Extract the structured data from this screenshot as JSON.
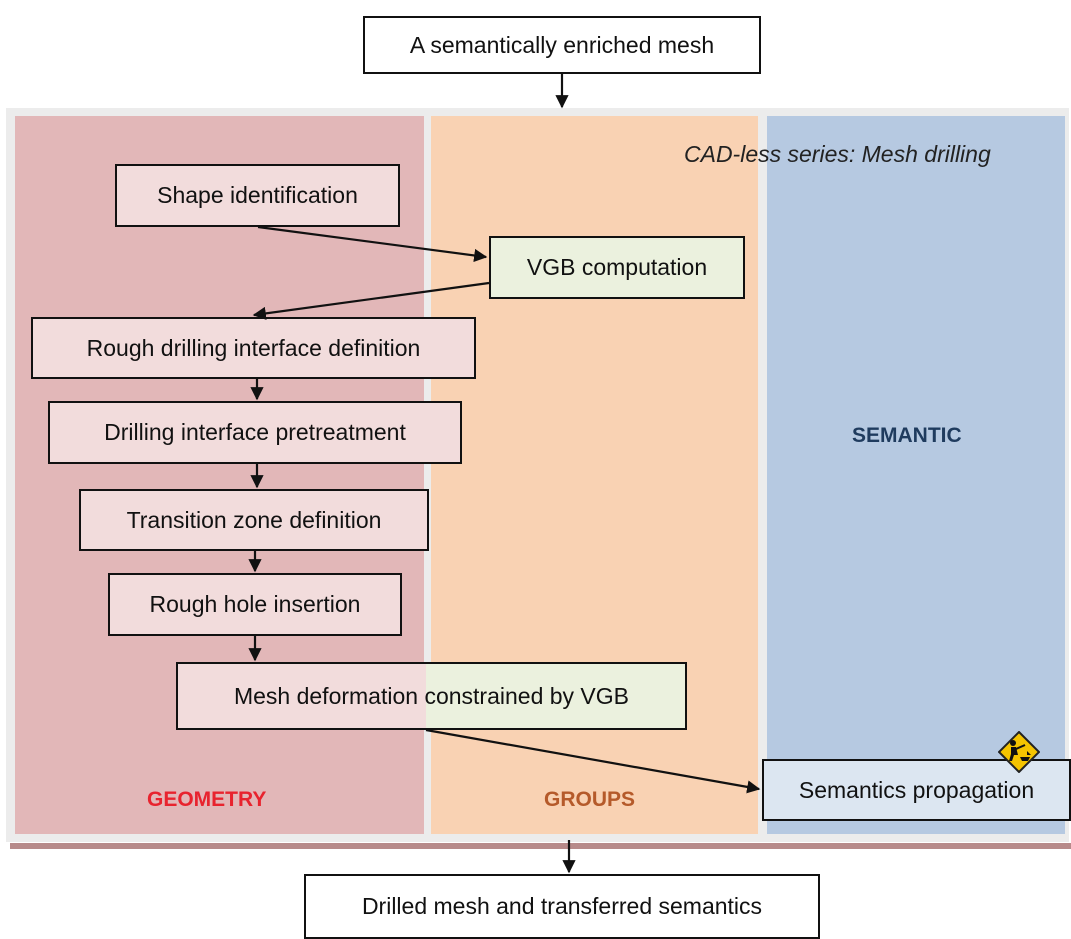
{
  "top_box": "A semantically enriched mesh",
  "bottom_box": "Drilled mesh and transferred semantics",
  "series_title": "CAD-less series: Mesh drilling",
  "lanes": {
    "geometry": "GEOMETRY",
    "groups": "GROUPS",
    "semantic": "SEMANTIC"
  },
  "steps": {
    "shape_identification": "Shape identification",
    "vgb_computation": "VGB computation",
    "rough_interface": "Rough drilling interface definition",
    "pretreatment": "Drilling interface pretreatment",
    "transition_zone": "Transition zone definition",
    "rough_hole": "Rough hole insertion",
    "mesh_deformation": "Mesh deformation constrained by VGB",
    "semantics_propagation": "Semantics propagation"
  },
  "icons": {
    "work_in_progress": "construction-sign-icon"
  },
  "colors": {
    "geometry_lane": "#e2b7b8",
    "groups_lane": "#f9d2b3",
    "semantic_lane": "#b6c9e1",
    "geometry_label": "#e8232e",
    "groups_label": "#b55a2a",
    "semantic_label": "#1f3b5e"
  }
}
